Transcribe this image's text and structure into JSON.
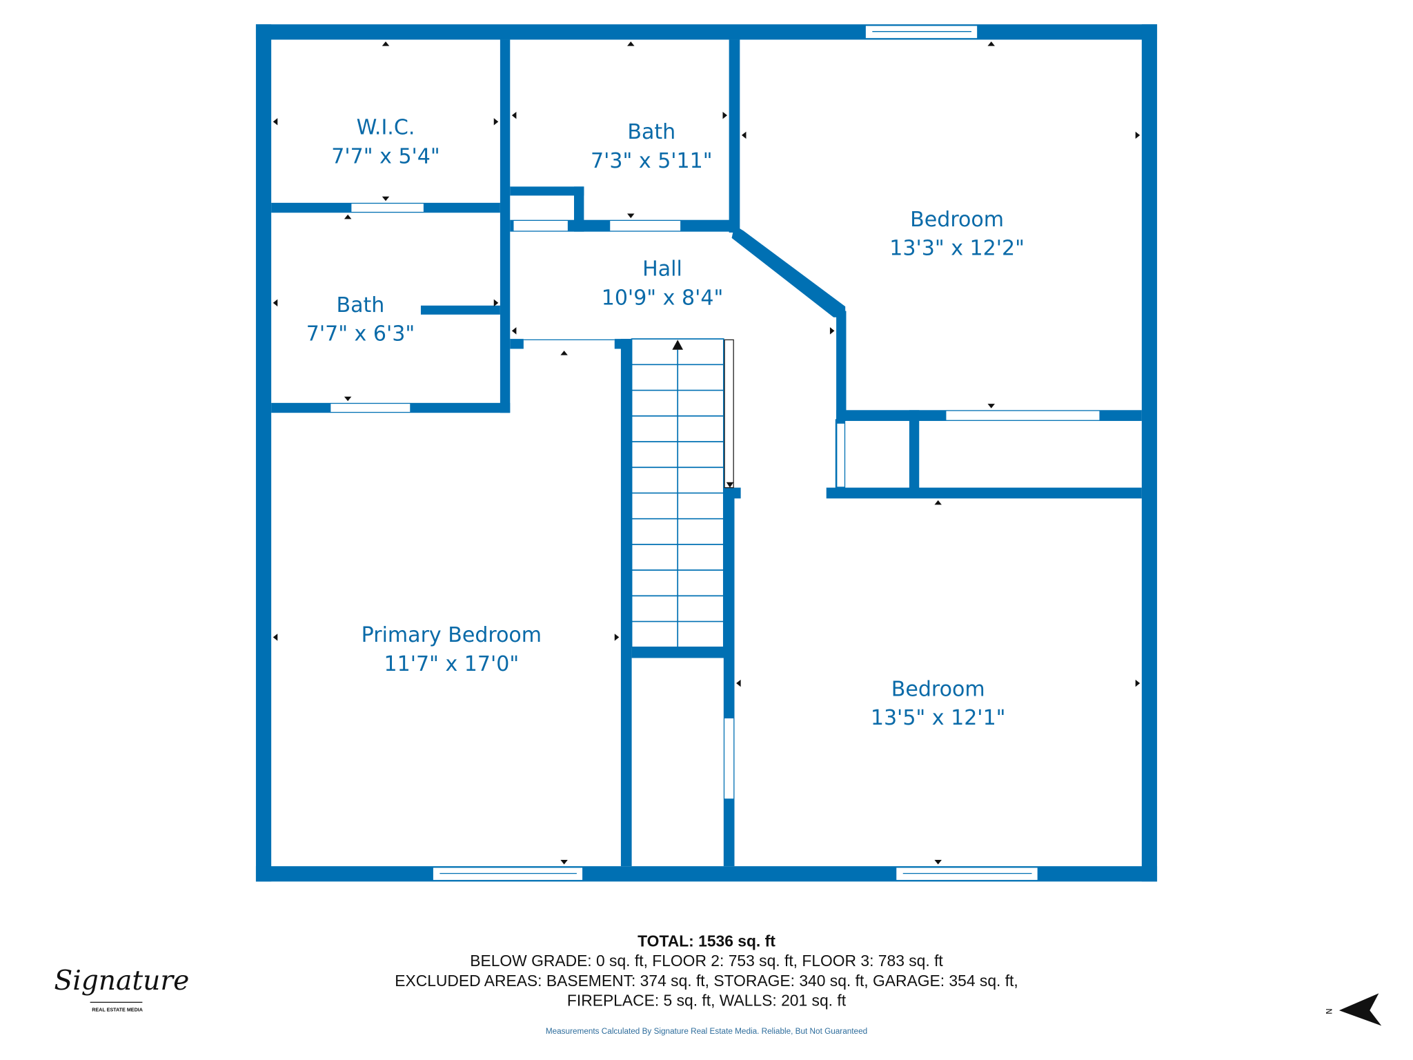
{
  "rooms": [
    {
      "name": "W.I.C.",
      "size": "7'7\" x 5'4\""
    },
    {
      "name": "Bath",
      "size": "7'3\" x 5'11\""
    },
    {
      "name": "Bedroom",
      "size": "13'3\" x 12'2\""
    },
    {
      "name": "Bath",
      "size": "7'7\" x 6'3\""
    },
    {
      "name": "Hall",
      "size": "10'9\" x 8'4\""
    },
    {
      "name": "Primary Bedroom",
      "size": "11'7\" x 17'0\""
    },
    {
      "name": "Bedroom",
      "size": "13'5\" x 12'1\""
    }
  ],
  "summary": {
    "total": "TOTAL: 1536 sq. ft",
    "line1": "BELOW GRADE: 0 sq. ft, FLOOR 2: 753 sq. ft, FLOOR 3: 783 sq. ft",
    "line2": "EXCLUDED AREAS: BASEMENT: 374 sq. ft, STORAGE: 340 sq. ft, GARAGE: 354 sq. ft,",
    "line3": "FIREPLACE: 5 sq. ft, WALLS: 201 sq. ft",
    "disclaimer": "Measurements Calculated By Signature Real Estate Media. Reliable, But Not Guaranteed"
  },
  "logo": {
    "script": "Signature",
    "sub": "REAL ESTATE MEDIA"
  },
  "compass": {
    "label": "N"
  },
  "colors": {
    "wall": "#0070b3",
    "label": "#0a6aa8"
  }
}
